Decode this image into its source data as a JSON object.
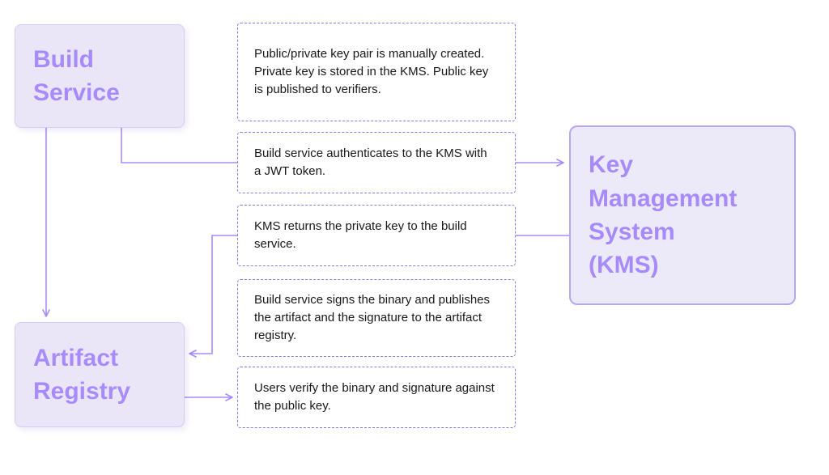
{
  "diagram": {
    "nodes": {
      "build_service": {
        "label": "Build\nService"
      },
      "kms": {
        "label": "Key\nManagement\nSystem\n(KMS)"
      },
      "artifact_registry": {
        "label": "Artifact\nRegistry"
      }
    },
    "notes": [
      {
        "text": "Public/private key pair is manually created. Private key is stored in the KMS. Public key is published to verifiers."
      },
      {
        "text": "Build service authenticates to the KMS with a JWT token."
      },
      {
        "text": "KMS returns the private key to the build service."
      },
      {
        "text": "Build service signs the binary and publishes the artifact and the signature to the artifact registry."
      },
      {
        "text": "Users verify the binary and signature against the public key."
      }
    ],
    "colors": {
      "node_fill": "#eae6f8",
      "node_text": "#a78bfa",
      "kms_border": "#b9a6f2",
      "note_border": "#8b79dd",
      "note_text": "#18181b",
      "arrow": "#a78bfa",
      "background": "#ffffff"
    }
  }
}
